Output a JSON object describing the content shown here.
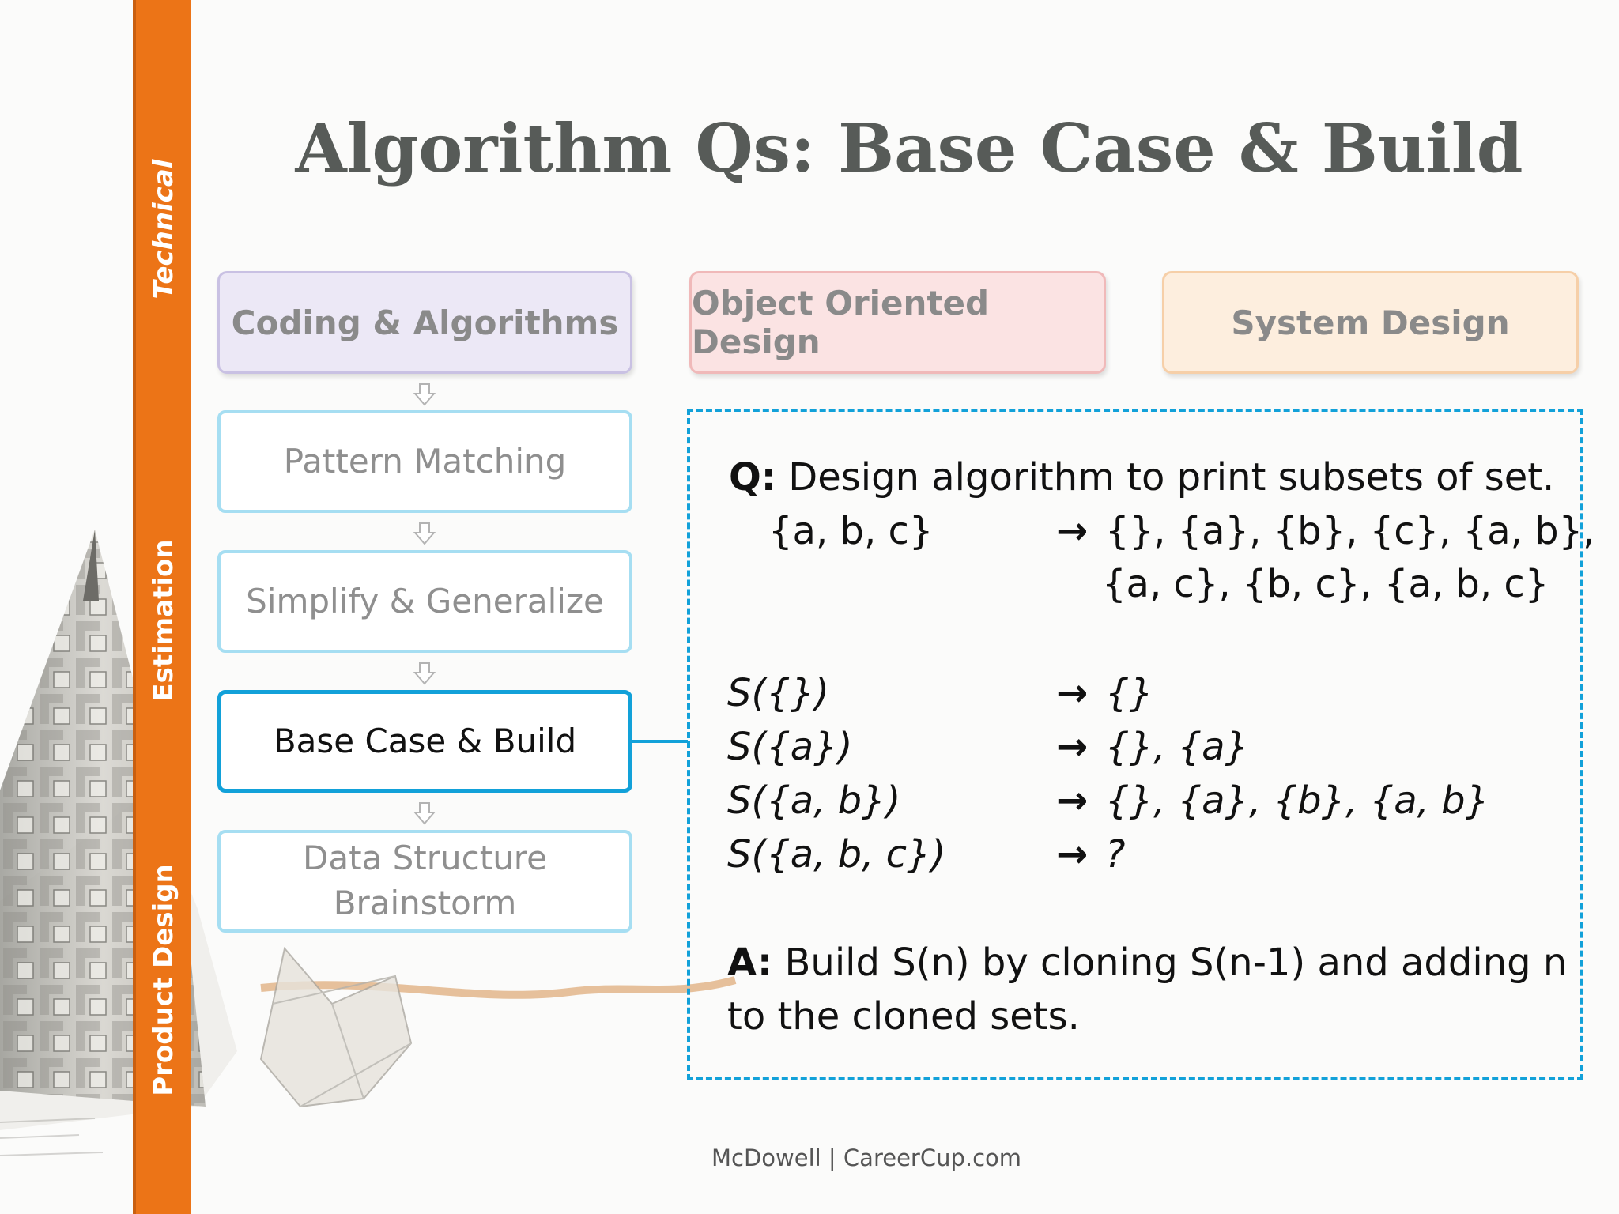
{
  "sidebar": {
    "technical": "Technical",
    "estimation": "Estimation",
    "product_design": "Product Design"
  },
  "title": "Algorithm Qs: Base Case & Build",
  "categories": [
    {
      "label": "Coding & Algorithms"
    },
    {
      "label": "Object Oriented Design"
    },
    {
      "label": "System Design"
    }
  ],
  "steps": [
    {
      "label": "Pattern Matching"
    },
    {
      "label": "Simplify & Generalize"
    },
    {
      "label": "Base Case & Build"
    },
    {
      "label_line1": "Data Structure",
      "label_line2": "Brainstorm"
    }
  ],
  "panel": {
    "q_label": "Q:",
    "q_text": " Design algorithm to print subsets of set.",
    "example_input": "{a, b, c}",
    "arrow": "→",
    "example_output_line1": "{}, {a}, {b}, {c}, {a, b},",
    "example_output_line2": "{a, c}, {b, c},  {a, b, c}",
    "cases": [
      {
        "input": "S({})",
        "output": "{}"
      },
      {
        "input": "S({a})",
        "output": "{}, {a}"
      },
      {
        "input": "S({a, b})",
        "output": "{}, {a}, {b}, {a, b}"
      },
      {
        "input": "S({a, b, c})",
        "output": "?"
      }
    ],
    "a_label": "A:",
    "a_text_line1": " Build S(n) by cloning S(n-1) and adding n",
    "a_text_line2": "to the cloned sets."
  },
  "footer": "McDowell | CareerCup.com",
  "colors": {
    "sidebar": "#ec7417",
    "accent_blue": "#12a1d9",
    "title_gray": "#575b58"
  }
}
